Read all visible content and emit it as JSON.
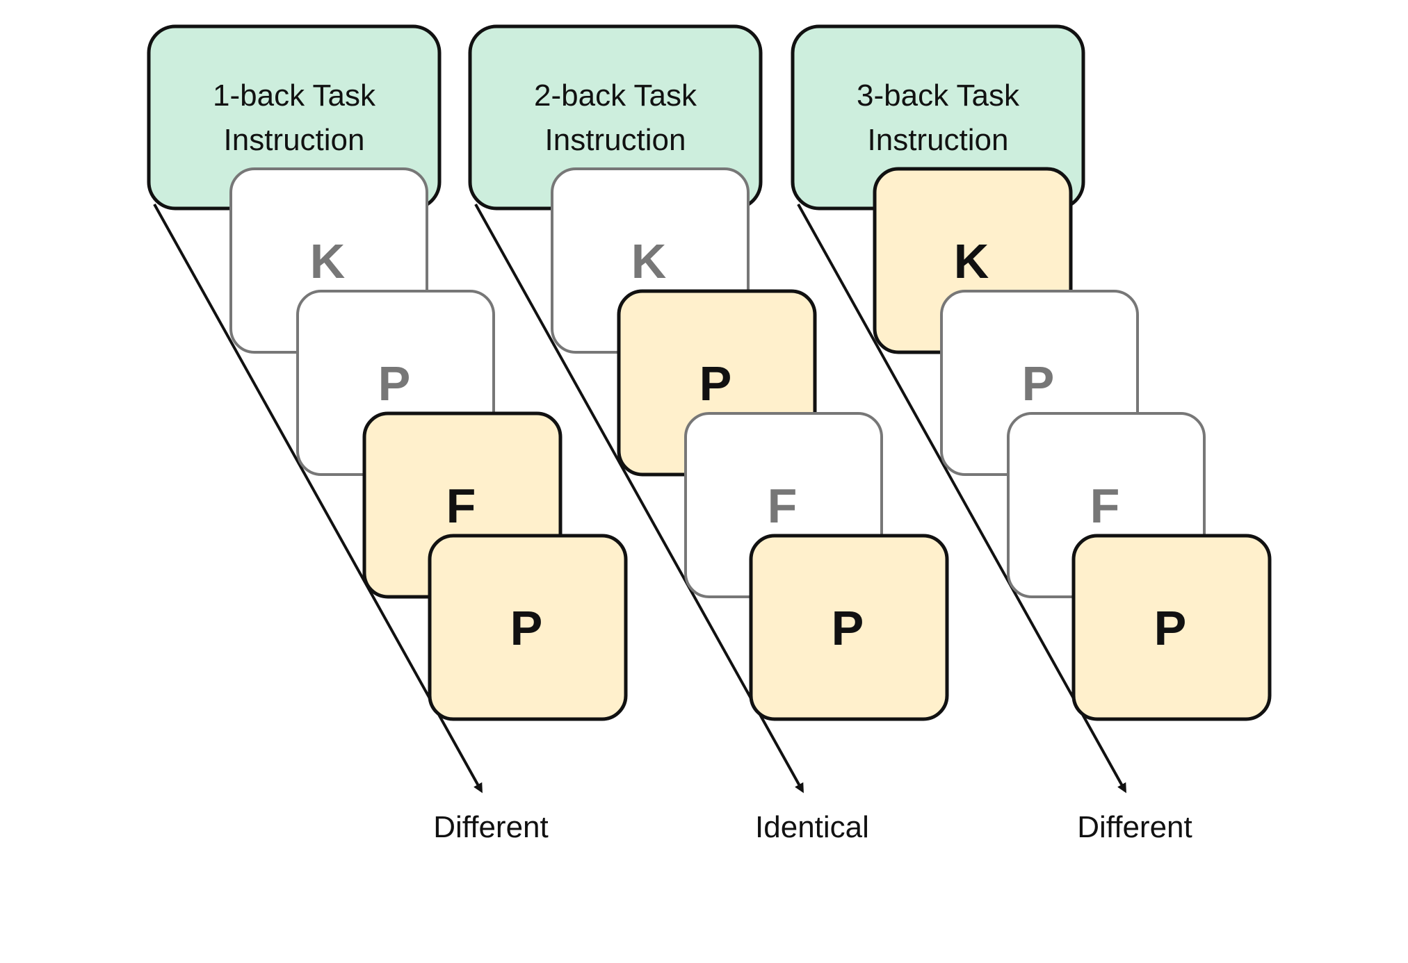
{
  "colors": {
    "instruction_fill": "#cdeedd",
    "target_fill": "#fff0cc",
    "inactive_fill": "#ffffff",
    "active_stroke": "#111111",
    "inactive_stroke": "#777777",
    "active_letter": "#111111",
    "inactive_letter": "#777777"
  },
  "panels": [
    {
      "instruction_line1": "1-back Task",
      "instruction_line2": "Instruction",
      "cards": [
        {
          "letter": "K",
          "highlighted": false
        },
        {
          "letter": "P",
          "highlighted": false
        },
        {
          "letter": "F",
          "highlighted": true
        },
        {
          "letter": "P",
          "highlighted": true
        }
      ],
      "outcome": "Different"
    },
    {
      "instruction_line1": "2-back Task",
      "instruction_line2": "Instruction",
      "cards": [
        {
          "letter": "K",
          "highlighted": false
        },
        {
          "letter": "P",
          "highlighted": true
        },
        {
          "letter": "F",
          "highlighted": false
        },
        {
          "letter": "P",
          "highlighted": true
        }
      ],
      "outcome": "Identical"
    },
    {
      "instruction_line1": "3-back Task",
      "instruction_line2": "Instruction",
      "cards": [
        {
          "letter": "K",
          "highlighted": true
        },
        {
          "letter": "P",
          "highlighted": false
        },
        {
          "letter": "F",
          "highlighted": false
        },
        {
          "letter": "P",
          "highlighted": true
        }
      ],
      "outcome": "Different"
    }
  ]
}
